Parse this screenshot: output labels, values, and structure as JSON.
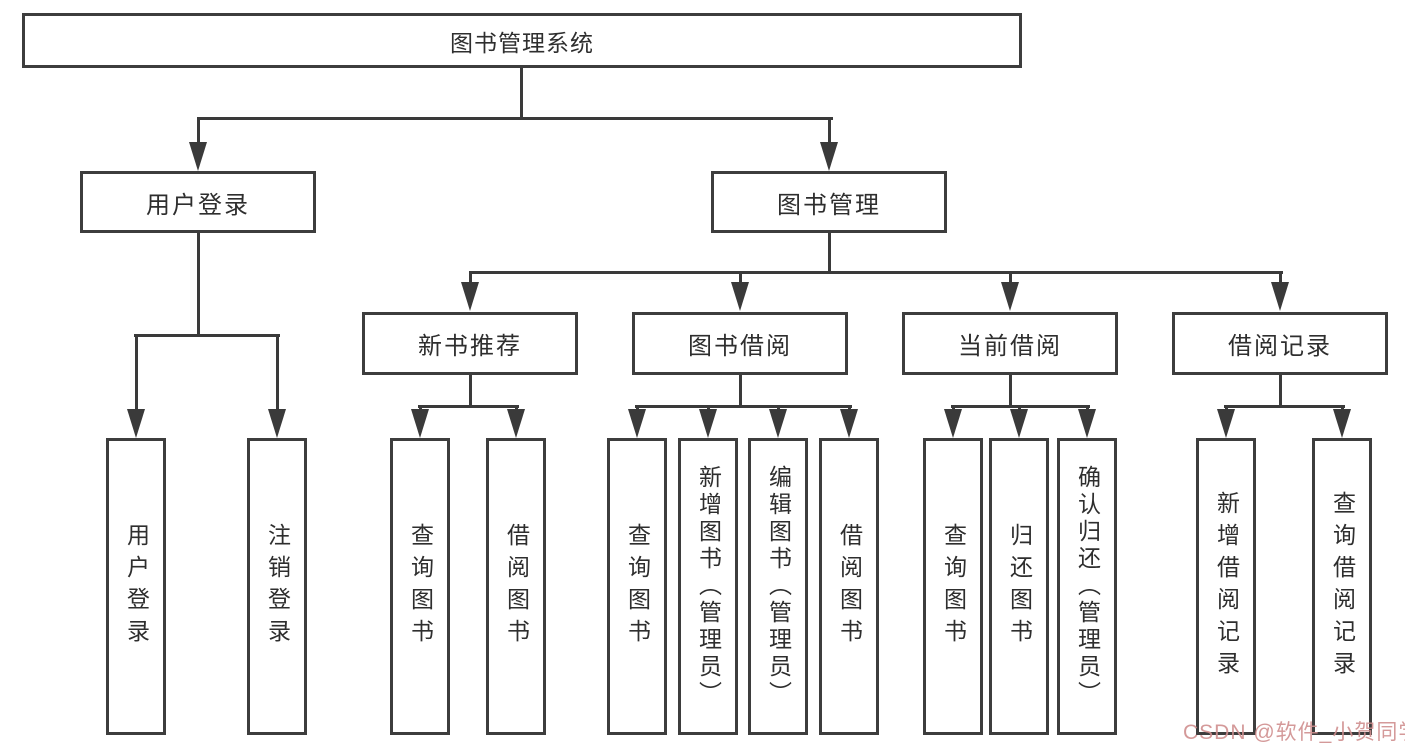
{
  "diagram": {
    "root": {
      "label": "图书管理系统"
    },
    "branches": [
      {
        "label": "用户登录",
        "children": [
          {
            "label": "用户登录"
          },
          {
            "label": "注销登录"
          }
        ]
      },
      {
        "label": "图书管理",
        "children": [
          {
            "label": "新书推荐",
            "children": [
              {
                "label": "查询图书"
              },
              {
                "label": "借阅图书"
              }
            ]
          },
          {
            "label": "图书借阅",
            "children": [
              {
                "label": "查询图书"
              },
              {
                "label": "新增图书（管理员）"
              },
              {
                "label": "编辑图书（管理员）"
              },
              {
                "label": "借阅图书"
              }
            ]
          },
          {
            "label": "当前借阅",
            "children": [
              {
                "label": "查询图书"
              },
              {
                "label": "归还图书"
              },
              {
                "label": "确认归还（管理员）"
              }
            ]
          },
          {
            "label": "借阅记录",
            "children": [
              {
                "label": "新增借阅记录"
              },
              {
                "label": "查询借阅记录"
              }
            ]
          }
        ]
      }
    ]
  },
  "watermark": {
    "text": "CSDN @软件_小贺同学",
    "color": "#d08f8f"
  },
  "colors": {
    "line": "#3a3a3a",
    "box_border": "#3d3d3d",
    "text": "#2e2e2e",
    "background": "#ffffff"
  }
}
